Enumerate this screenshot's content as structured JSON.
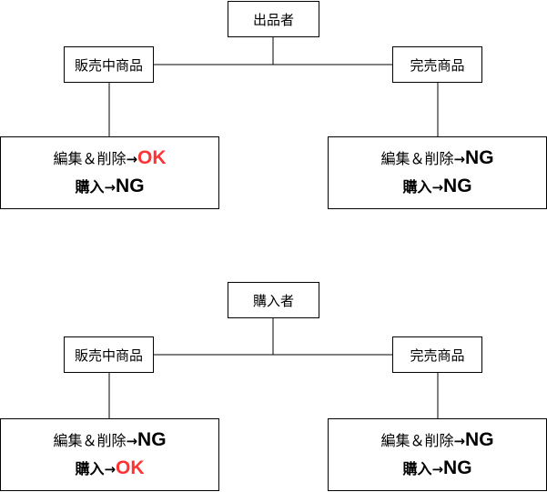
{
  "colors": {
    "line": "#000000",
    "ok": "#ff3333",
    "ng": "#000000"
  },
  "diagrams": [
    {
      "root": "出品者",
      "left": {
        "label": "販売中商品",
        "rules": [
          {
            "action": "編集＆削除",
            "arrow": "→",
            "result": "OK",
            "status": "ok"
          },
          {
            "action": "購入",
            "arrow": "→",
            "result": "NG",
            "status": "ng"
          }
        ]
      },
      "right": {
        "label": "完売商品",
        "rules": [
          {
            "action": "編集＆削除",
            "arrow": "→",
            "result": "NG",
            "status": "ng"
          },
          {
            "action": "購入",
            "arrow": "→",
            "result": "NG",
            "status": "ng"
          }
        ]
      }
    },
    {
      "root": "購入者",
      "left": {
        "label": "販売中商品",
        "rules": [
          {
            "action": "編集＆削除",
            "arrow": "→",
            "result": "NG",
            "status": "ng"
          },
          {
            "action": "購入",
            "arrow": "→",
            "result": "OK",
            "status": "ok"
          }
        ]
      },
      "right": {
        "label": "完売商品",
        "rules": [
          {
            "action": "編集＆削除",
            "arrow": "→",
            "result": "NG",
            "status": "ng"
          },
          {
            "action": "購入",
            "arrow": "→",
            "result": "NG",
            "status": "ng"
          }
        ]
      }
    }
  ]
}
